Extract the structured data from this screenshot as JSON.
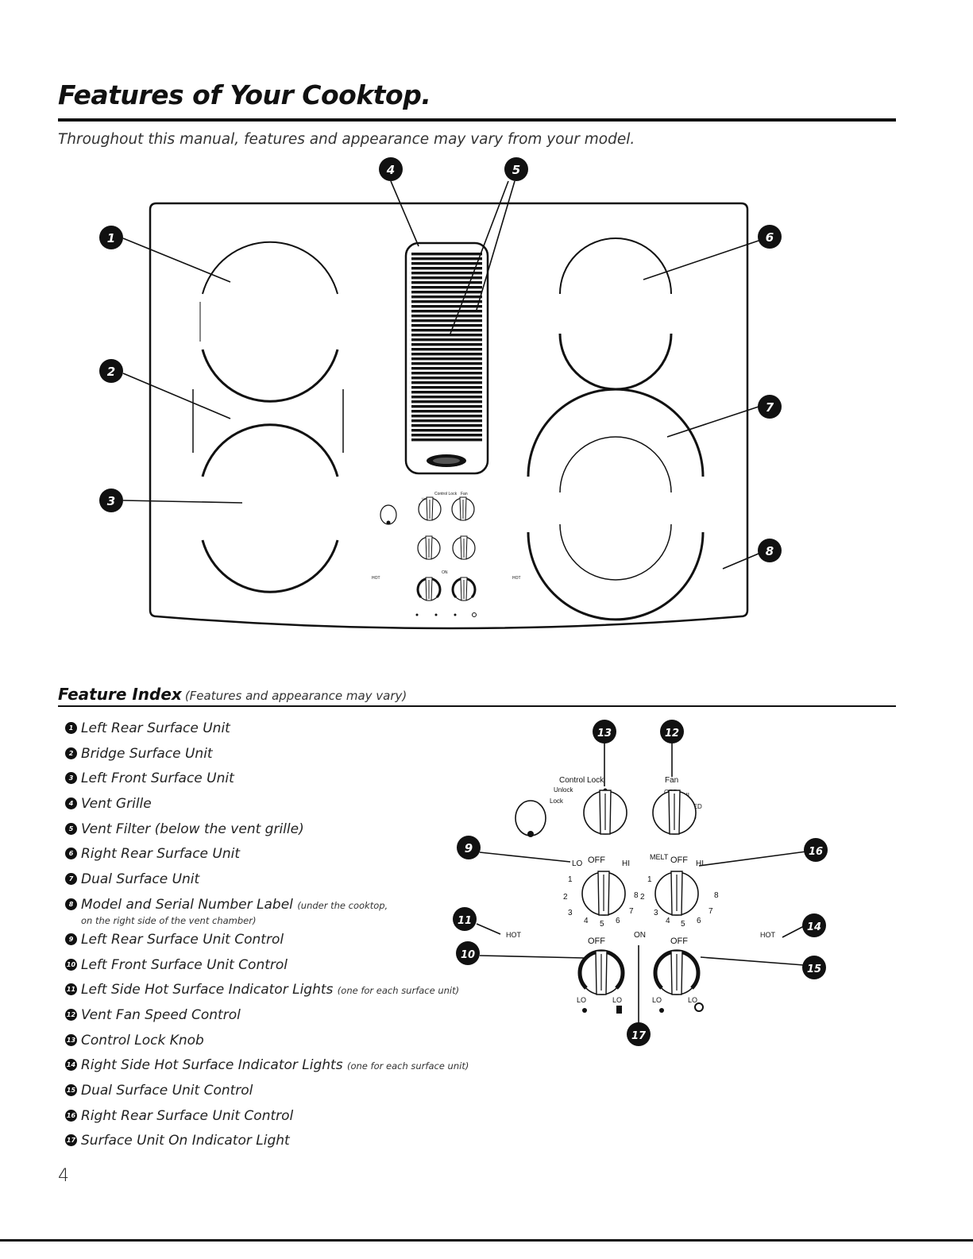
{
  "title": "Features of Your Cooktop.",
  "subtitle": "Throughout this manual, features and appearance may vary from your model.",
  "callout_numbers": [
    "1",
    "2",
    "3",
    "4",
    "5",
    "6",
    "7",
    "8",
    "9",
    "10",
    "11",
    "12",
    "13",
    "14",
    "15",
    "16",
    "17"
  ],
  "panel_labels": {
    "control_lock": "Control Lock",
    "unlock": "Unlock",
    "lock": "Lock",
    "fan": "Fan",
    "off": "OFF",
    "hi": "HI",
    "lo": "LO",
    "med": "MED",
    "melt": "MELT",
    "on": "ON",
    "hot": "HOT",
    "dial_numbers": [
      "1",
      "2",
      "3",
      "4",
      "5",
      "6",
      "7",
      "8"
    ]
  },
  "feature_index": {
    "title": "Feature Index",
    "note": "(Features and appearance may vary)",
    "items": [
      {
        "num": "1",
        "label": "Left Rear Surface Unit",
        "note": ""
      },
      {
        "num": "2",
        "label": "Bridge Surface Unit",
        "note": ""
      },
      {
        "num": "3",
        "label": "Left Front Surface Unit",
        "note": ""
      },
      {
        "num": "4",
        "label": "Vent Grille",
        "note": ""
      },
      {
        "num": "5",
        "label": "Vent Filter (below the vent grille)",
        "note": ""
      },
      {
        "num": "6",
        "label": "Right Rear Surface Unit",
        "note": ""
      },
      {
        "num": "7",
        "label": "Dual Surface Unit",
        "note": ""
      },
      {
        "num": "8",
        "label": "Model and Serial Number Label",
        "note": "(under the cooktop,",
        "note2": "on the right side of the vent chamber)"
      },
      {
        "num": "9",
        "label": "Left Rear Surface Unit Control",
        "note": ""
      },
      {
        "num": "10",
        "label": "Left Front Surface Unit Control",
        "note": ""
      },
      {
        "num": "11",
        "label": "Left Side Hot Surface Indicator Lights",
        "note": "(one for each surface unit)"
      },
      {
        "num": "12",
        "label": "Vent Fan Speed Control",
        "note": ""
      },
      {
        "num": "13",
        "label": "Control Lock Knob",
        "note": ""
      },
      {
        "num": "14",
        "label": "Right Side Hot Surface Indicator Lights",
        "note": "(one for each surface unit)"
      },
      {
        "num": "15",
        "label": "Dual Surface Unit Control",
        "note": ""
      },
      {
        "num": "16",
        "label": "Right Rear Surface Unit Control",
        "note": ""
      },
      {
        "num": "17",
        "label": "Surface Unit On Indicator Light",
        "note": ""
      }
    ]
  },
  "page_number": "4"
}
